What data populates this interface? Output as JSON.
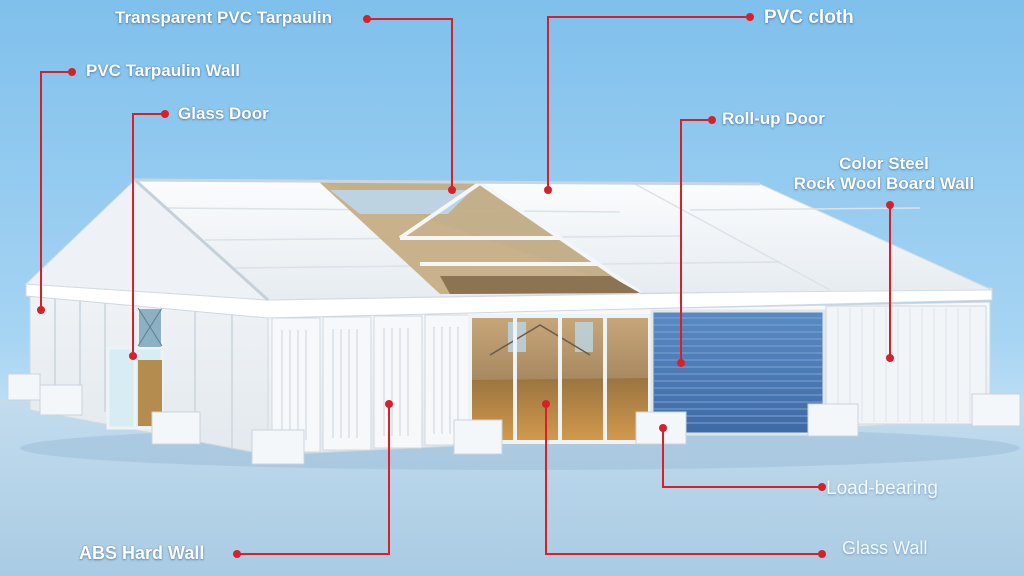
{
  "colors": {
    "sky": "#8ecaf0",
    "ground": "#b9d6ea",
    "building_white": "#f4f7fa",
    "roll_up_door": "#4a7bb7",
    "callout_line": "#d8202a",
    "floor_wood": "#c08a3e"
  },
  "labels": {
    "transparent_pvc_tarpaulin": "Transparent PVC Tarpaulin",
    "pvc_cloth": "PVC cloth",
    "pvc_tarpaulin_wall": "PVC Tarpaulin Wall",
    "glass_door": "Glass Door",
    "roll_up_door": "Roll-up Door",
    "color_steel_line1": "Color Steel",
    "color_steel_line2": "Rock Wool Board Wall",
    "load_bearing": "Load-bearing",
    "abs_hard_wall": "ABS Hard Wall",
    "glass_wall": "Glass Wall"
  }
}
